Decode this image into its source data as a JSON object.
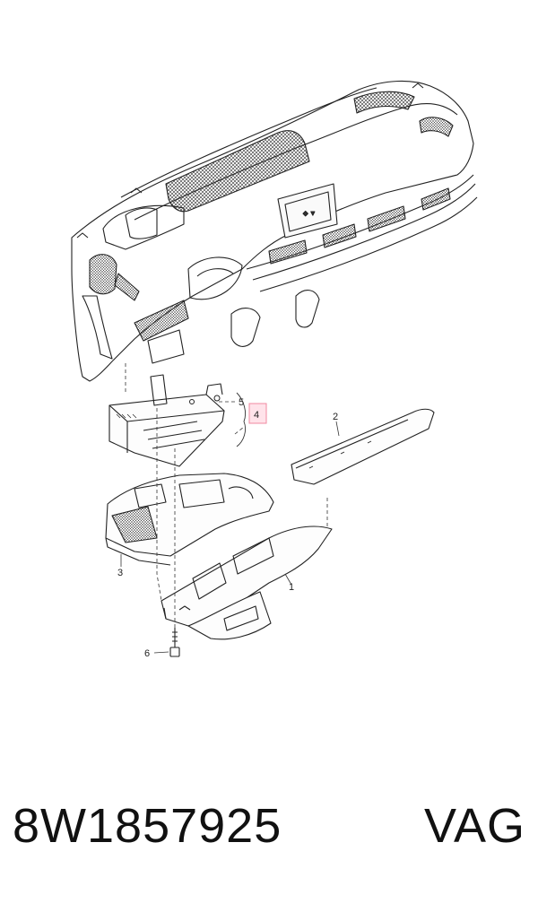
{
  "diagram": {
    "callouts": {
      "c1": "1",
      "c2": "2",
      "c3": "3",
      "c4": "4",
      "c5": "5",
      "c6": "6"
    }
  },
  "footer": {
    "part_number": "8W1857925",
    "brand": "VAG"
  }
}
